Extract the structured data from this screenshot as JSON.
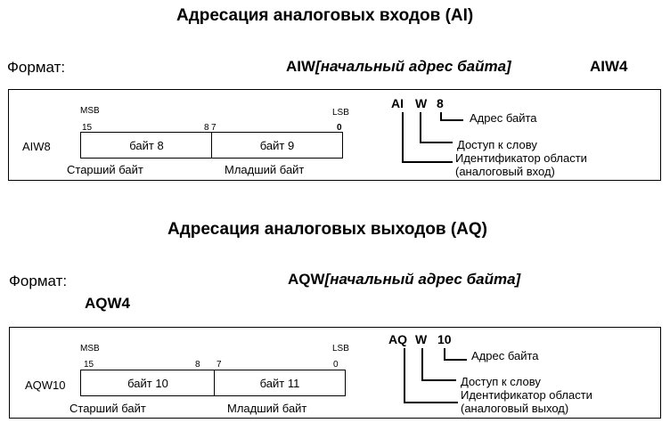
{
  "inputs": {
    "title": "Адресация аналоговых входов (AI)",
    "format_label": "Формат:",
    "format_prefix": "AIW",
    "format_italic": "[начальный адрес байта]",
    "example": "AIW4",
    "register": "AIW8",
    "msb": "MSB",
    "lsb": "LSB",
    "bit_15": "15",
    "bit_8": "8",
    "bit_7": "7",
    "bit_0": "0",
    "high_byte_cell": "байт 8",
    "low_byte_cell": "байт 9",
    "high_byte_caption": "Старший байт",
    "low_byte_caption": "Младший байт",
    "addr_area": "AI",
    "addr_size": "W",
    "addr_byte": "8",
    "legend_byte": "Адрес байта",
    "legend_word": "Доступ к слову",
    "legend_area_1": "Идентификатор области",
    "legend_area_2": "(аналоговый вход)"
  },
  "outputs": {
    "title": "Адресация аналоговых выходов (AQ)",
    "format_label": "Формат:",
    "format_prefix": "AQW",
    "format_italic": "[начальный адрес байта]",
    "example": "AQW4",
    "register": "AQW10",
    "msb": "MSB",
    "lsb": "LSB",
    "bit_15": "15",
    "bit_8": "8",
    "bit_7": "7",
    "bit_0": "0",
    "high_byte_cell": "байт 10",
    "low_byte_cell": "байт 11",
    "high_byte_caption": "Старший байт",
    "low_byte_caption": "Младший байт",
    "addr_area": "AQ",
    "addr_size": "W",
    "addr_byte": "10",
    "legend_byte": "Адрес байта",
    "legend_word": "Доступ к слову",
    "legend_area_1": "Идентификатор области",
    "legend_area_2": "(аналоговый выход)"
  }
}
